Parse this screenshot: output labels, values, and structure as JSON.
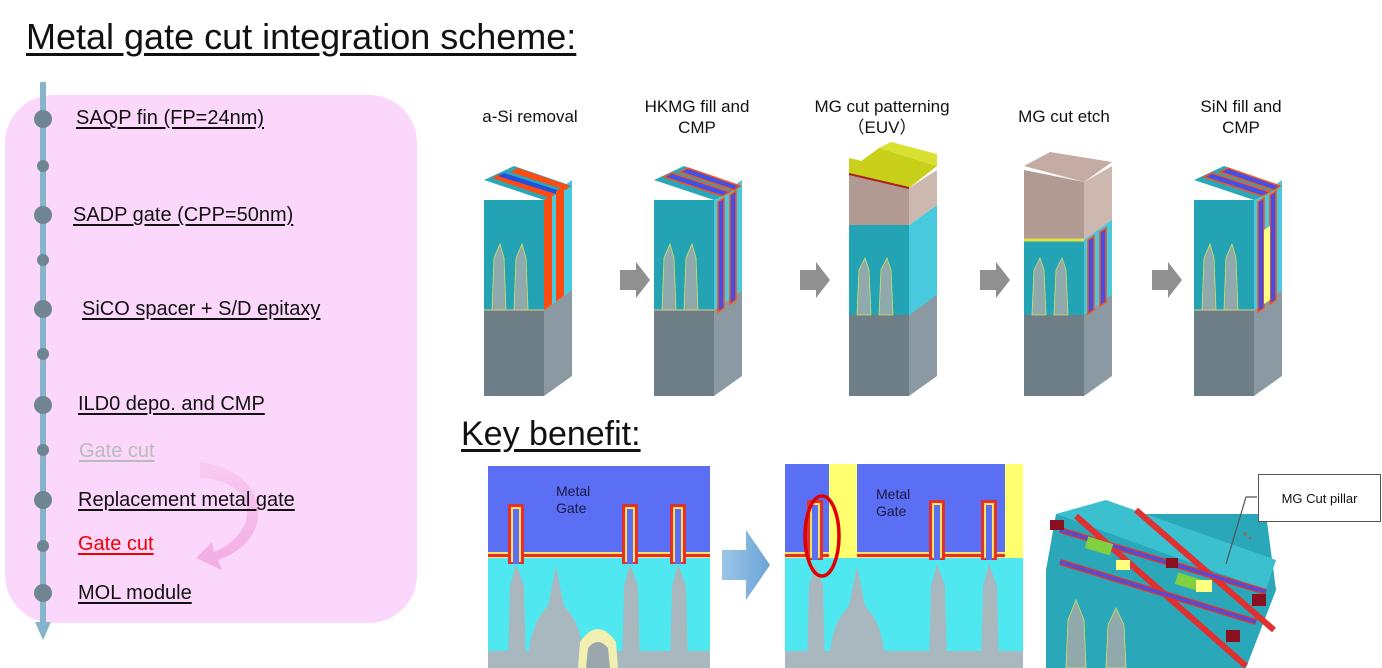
{
  "title": "Metal gate cut integration scheme:",
  "flow_steps": [
    {
      "label": "SAQP fin (FP=24nm)",
      "style": "normal"
    },
    {
      "label": "SADP gate (CPP=50nm)",
      "style": "normal"
    },
    {
      "label": "SiCO spacer + S/D epitaxy",
      "style": "normal"
    },
    {
      "label": "ILD0 depo. and CMP",
      "style": "normal"
    },
    {
      "label": "Gate cut",
      "style": "faded"
    },
    {
      "label": "Replacement metal gate ",
      "style": "normal"
    },
    {
      "label": "Gate cut",
      "style": "red"
    },
    {
      "label": "MOL module",
      "style": "normal"
    }
  ],
  "process_steps": [
    {
      "line1": "a-Si removal",
      "line2": ""
    },
    {
      "line1": "HKMG fill and",
      "line2": "CMP"
    },
    {
      "line1": "MG cut patterning",
      "line2": "（EUV）"
    },
    {
      "line1": "MG cut etch",
      "line2": ""
    },
    {
      "line1": "SiN fill and",
      "line2": "CMP"
    }
  ],
  "key_benefit": {
    "heading": "Key benefit:",
    "before_label_line1": "Metal",
    "before_label_line2": "Gate",
    "after_label_line1": "Metal",
    "after_label_line2": "Gate",
    "callout": "MG Cut pillar"
  },
  "colors": {
    "panel": "#fbd8fb",
    "timeline": "#7fb0c8",
    "dot": "#6f8592",
    "arrow": "#909090",
    "teal": "#2aa7b8",
    "metal": "#5b6ff5",
    "liner_red": "#e03030",
    "liner_yellow": "#ffff60",
    "highlight_red": "#e00000"
  }
}
